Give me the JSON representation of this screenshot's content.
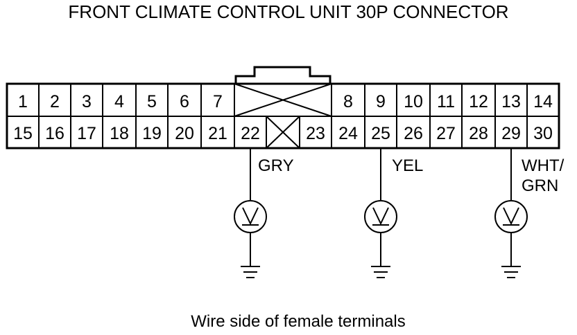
{
  "diagram": {
    "title": "FRONT CLIMATE CONTROL UNIT 30P CONNECTOR",
    "caption": "Wire side of female terminals",
    "connector": {
      "top_row": [
        "1",
        "2",
        "3",
        "4",
        "5",
        "6",
        "7",
        "",
        "8",
        "9",
        "10",
        "11",
        "12",
        "13",
        "14"
      ],
      "bottom_row": [
        "15",
        "16",
        "17",
        "18",
        "19",
        "20",
        "21",
        "22",
        "",
        "23",
        "24",
        "25",
        "26",
        "27",
        "28",
        "29",
        "30"
      ]
    },
    "probes": [
      {
        "pin": "22",
        "wire_color": "GRY"
      },
      {
        "pin": "25",
        "wire_color": "YEL"
      },
      {
        "pin": "29",
        "wire_color_line1": "WHT/",
        "wire_color_line2": "GRN"
      }
    ],
    "symbols": [
      "voltmeter-icon",
      "ground-icon"
    ]
  }
}
